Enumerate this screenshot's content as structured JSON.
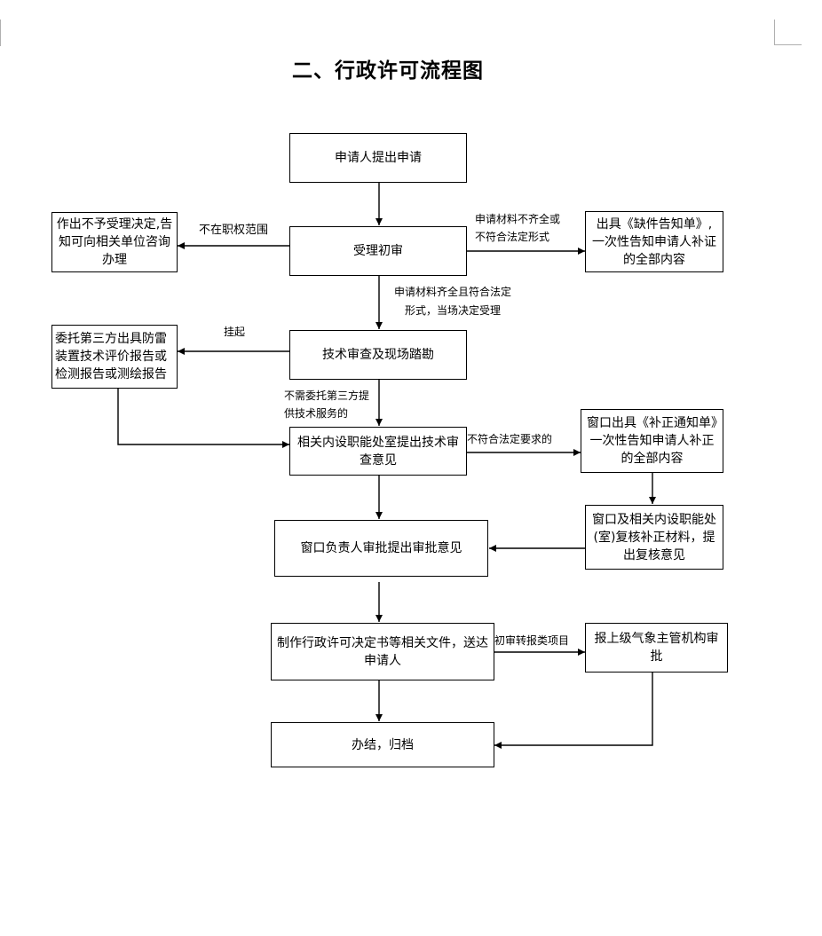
{
  "title": "二、行政许可流程图",
  "boxes": {
    "apply": "申请人提出申请",
    "reject": "作出不予受理决定,告知可向相关单位咨询办理",
    "initial_review": "受理初审",
    "deficiency_notice": "出具《缺件告知单》, 一次性告知申请人补证的全部内容",
    "tech_review": "技术审查及现场踏勘",
    "third_party": "委托第三方出具防雷装置技术评价报告或检测报告或测绘报告",
    "dept_opinion": "相关内设职能处室提出技术审查意见",
    "correction_notice": "窗口出具《补正通知单》一次性告知申请人补正的全部内容",
    "recheck": "窗口及相关内设职能处(室)复核补正材料，提出复核意见",
    "window_approval": "窗口负责人审批提出审批意见",
    "decision": "制作行政许可决定书等相关文件，送达申请人",
    "superior": "报上级气象主管机构审批",
    "archive": "办结，归档"
  },
  "labels": {
    "not_in_scope": "不在职权范围",
    "incomplete_line1": "申请材料不齐全或",
    "incomplete_line2": "不符合法定形式",
    "complete_line1": "申请材料齐全且符合法定",
    "complete_line2": "形式，当场决定受理",
    "suspend": "挂起",
    "no_third_line1": "不需委托第三方提",
    "no_third_line2": "供技术服务的",
    "not_compliant": "不符合法定要求的",
    "report_up": "初审转报类项目"
  }
}
